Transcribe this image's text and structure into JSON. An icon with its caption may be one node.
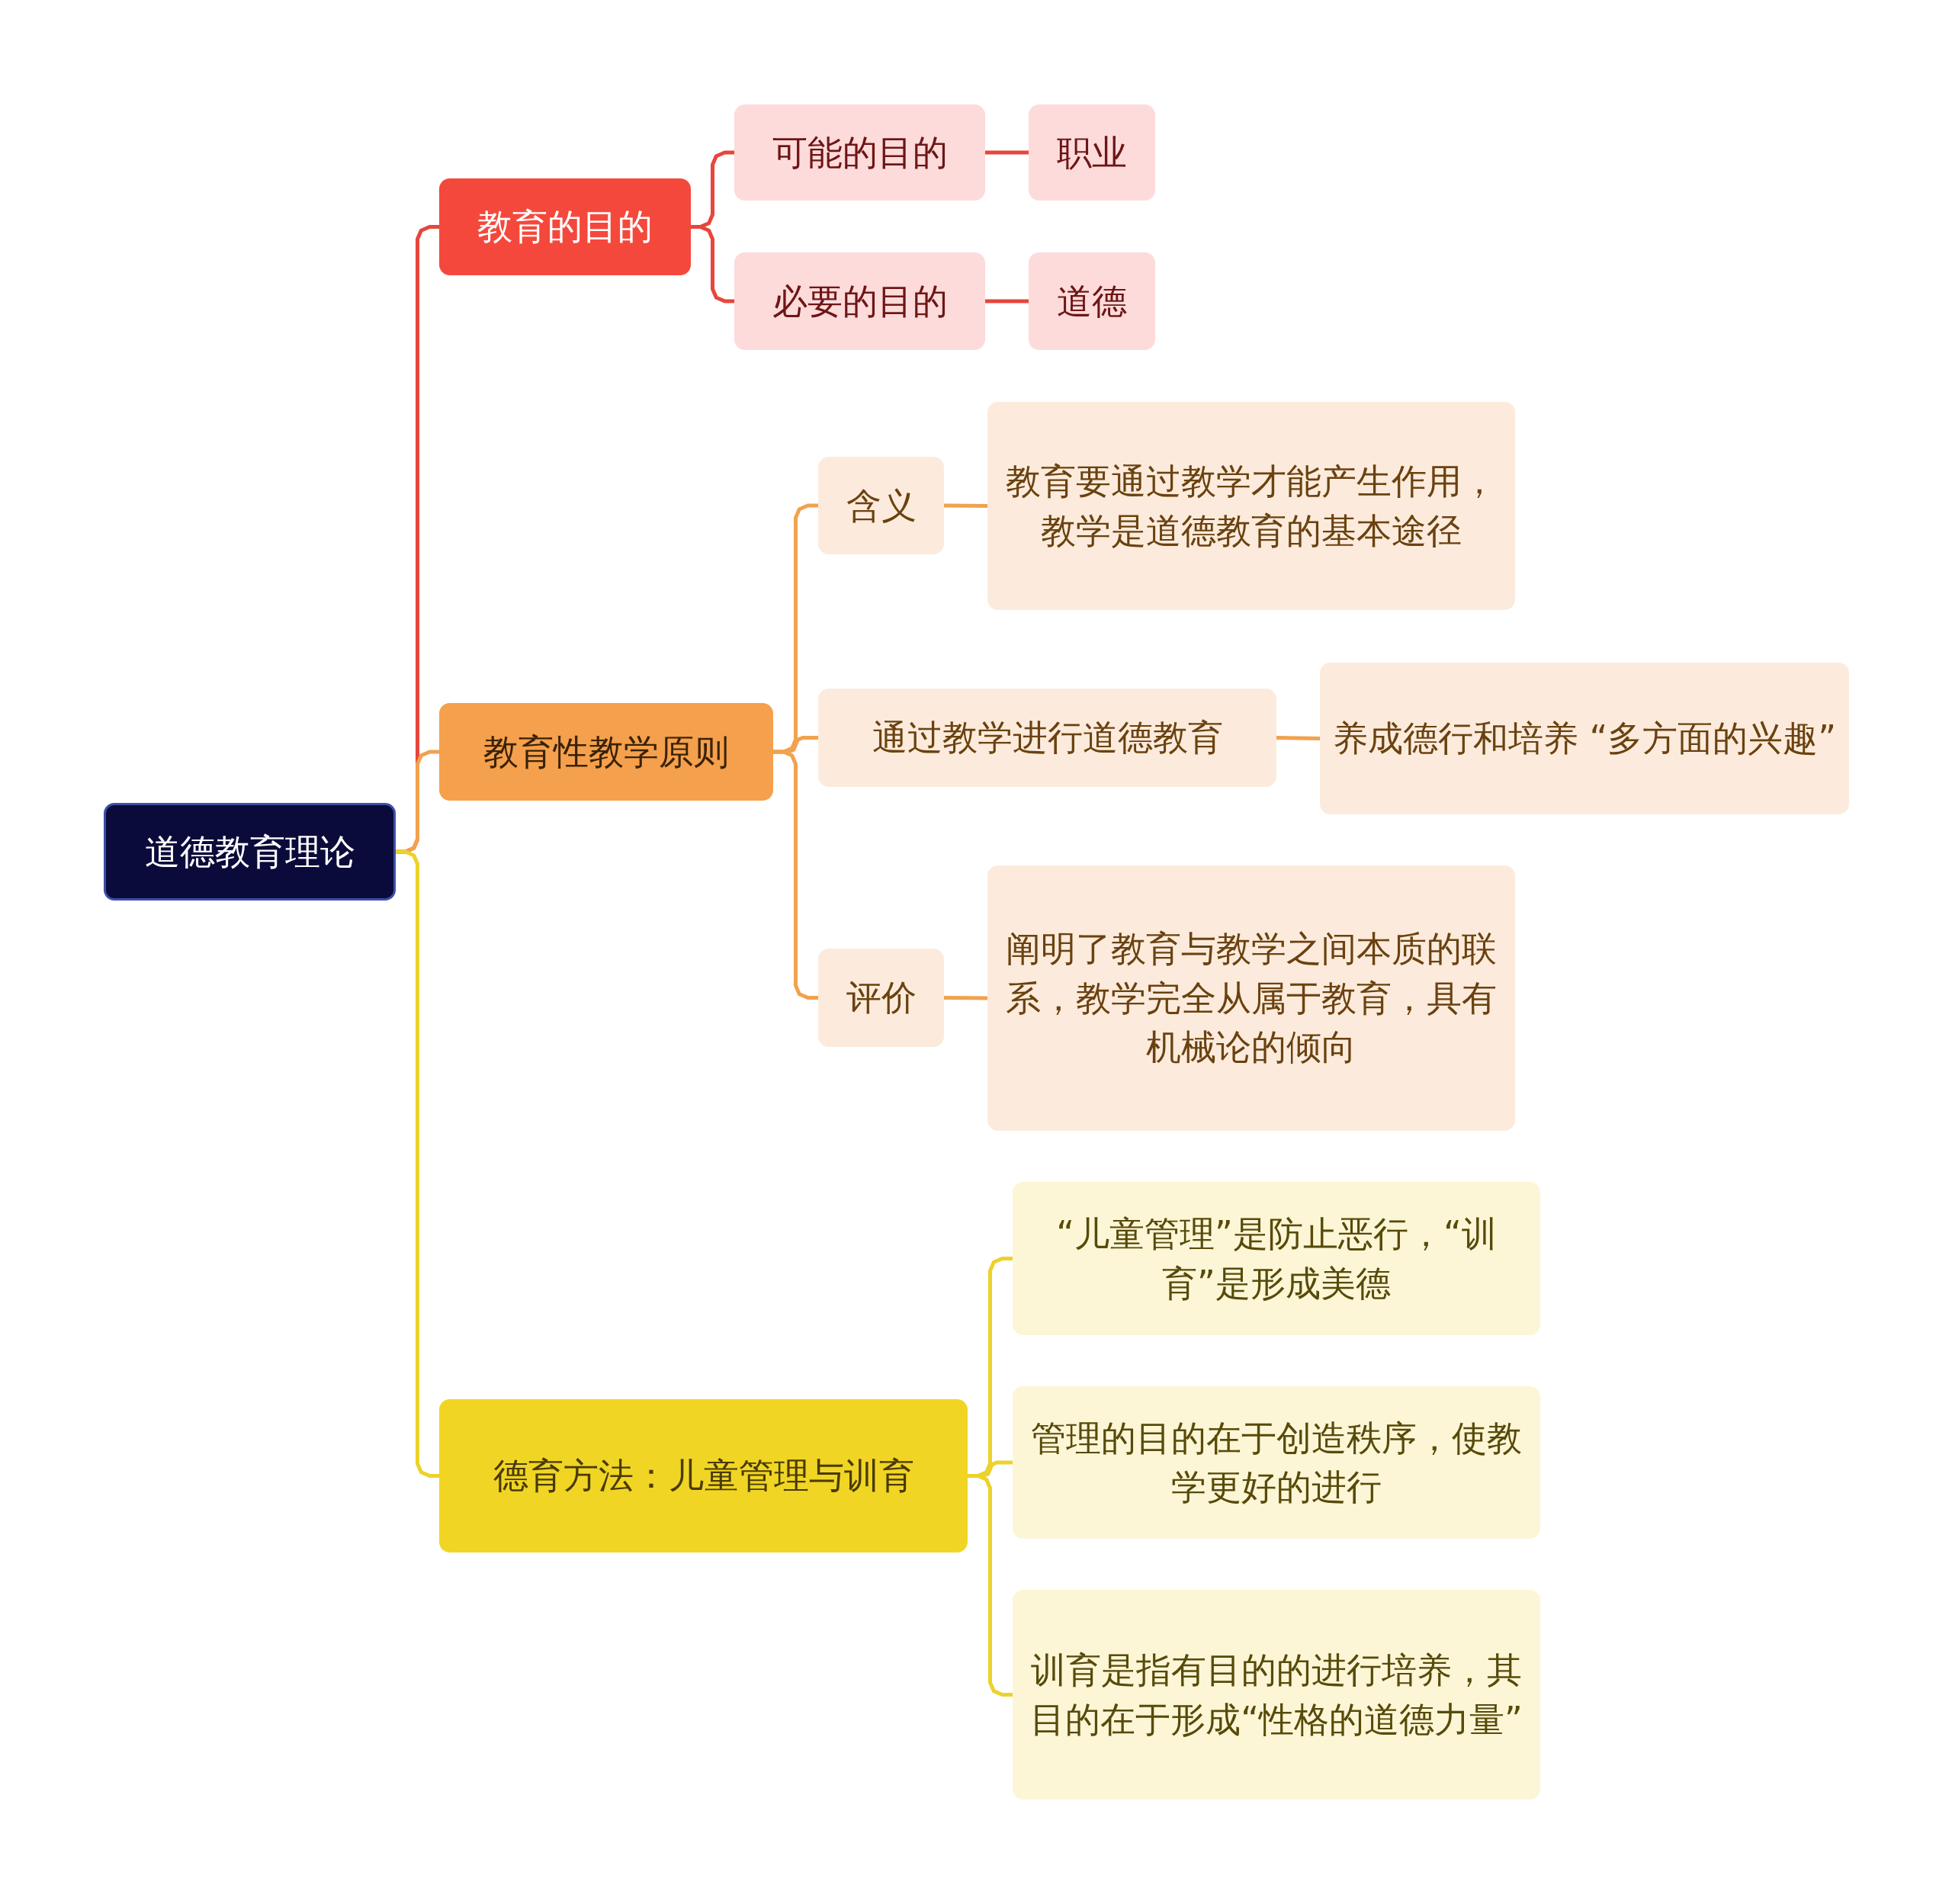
{
  "diagram": {
    "nodes": [
      {
        "text": [
          "道德教育理论"
        ]
      },
      {
        "text": [
          "教育的目的"
        ]
      },
      {
        "text": [
          "可能的目的"
        ]
      },
      {
        "text": [
          "职业"
        ]
      },
      {
        "text": [
          "必要的目的"
        ]
      },
      {
        "text": [
          "道德"
        ]
      },
      {
        "text": [
          "教育性教学原则"
        ]
      },
      {
        "text": [
          "含义"
        ]
      },
      {
        "text": [
          "教育要通过教学才能产生作用，教学是道德教育的基本途径"
        ]
      },
      {
        "text": [
          "通过教学进行道德教育"
        ]
      },
      {
        "text": [
          "养成德行和培养 “多方面的兴趣”"
        ]
      },
      {
        "text": [
          "评价"
        ]
      },
      {
        "text": [
          "阐明了教育与教学之间本质的联系，教学完全从属于教育，具有机械论的倾向"
        ]
      },
      {
        "text": [
          "德育方法：儿童管理与训育"
        ]
      },
      {
        "text": [
          "“儿童管理”是防止恶行，“训育”是形成美德"
        ]
      },
      {
        "text": [
          "管理的目的在于创造秩序，使教学更好的进行"
        ]
      },
      {
        "text": [
          "训育是指有目的的进行培养，其目的在于形成“性格的道德力量”"
        ]
      }
    ],
    "edges": [
      {
        "from": 0,
        "to": 1,
        "arrow": "none",
        "color": "#e8453c"
      },
      {
        "from": 1,
        "to": 2,
        "arrow": "none",
        "color": "#e8453c"
      },
      {
        "from": 1,
        "to": 4,
        "arrow": "none",
        "color": "#e8453c"
      },
      {
        "from": 2,
        "to": 3,
        "arrow": "none",
        "color": "#e8453c"
      },
      {
        "from": 4,
        "to": 5,
        "arrow": "none",
        "color": "#e8453c"
      },
      {
        "from": 0,
        "to": 6,
        "arrow": "none"
      },
      {
        "from": 6,
        "to": 7,
        "arrow": "none"
      },
      {
        "from": 6,
        "to": 9,
        "arrow": "none"
      },
      {
        "from": 6,
        "to": 11,
        "arrow": "none"
      },
      {
        "from": 7,
        "to": 8,
        "arrow": "none"
      },
      {
        "from": 9,
        "to": 10,
        "arrow": "none"
      },
      {
        "from": 11,
        "to": 12,
        "arrow": "none"
      },
      {
        "from": 0,
        "to": 13,
        "arrow": "none",
        "color": "#ecd22a"
      },
      {
        "from": 13,
        "to": 14,
        "arrow": "none",
        "color": "#ecd22a"
      },
      {
        "from": 13,
        "to": 15,
        "arrow": "none",
        "color": "#ecd22a"
      },
      {
        "from": 13,
        "to": 16,
        "arrow": "none",
        "color": "#ecd22a"
      }
    ]
  }
}
